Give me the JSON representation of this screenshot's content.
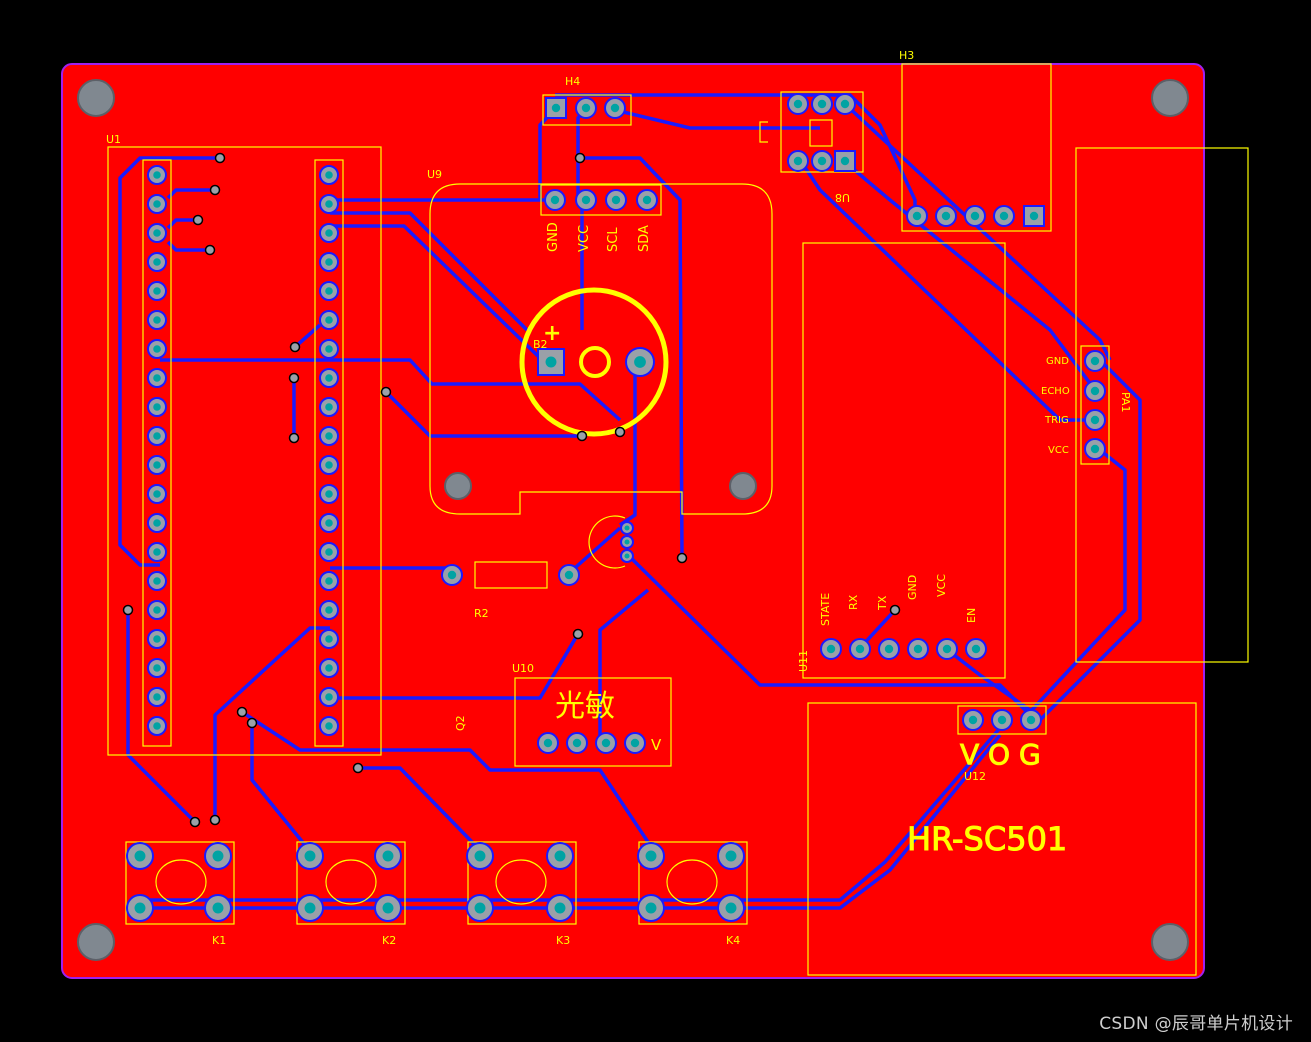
{
  "colors": {
    "background": "#000000",
    "board": "#ff0000",
    "silkscreen": "#ffff00",
    "trace": "#1a1aff",
    "pad": "#9aa0a8",
    "outline": "#a020f0"
  },
  "components": {
    "u1": "U1",
    "u9": "U9",
    "h3": "H3",
    "h4": "H4",
    "u8": "U8",
    "b2": "B2",
    "r2": "R2",
    "q2": "Q2",
    "u10": "U10",
    "u11": "U11",
    "u12": "U12",
    "pa1": "PA1",
    "k1": "K1",
    "k2": "K2",
    "k3": "K3",
    "k4": "K4"
  },
  "oled_pins": [
    "GND",
    "VCC",
    "SCL",
    "SDA"
  ],
  "bluetooth_pins": [
    "STATE",
    "RX",
    "TX",
    "GND",
    "VCC",
    "EN"
  ],
  "ultrasonic_pins": [
    "GND",
    "ECHO",
    "TRIG",
    "VCC"
  ],
  "light_sensor_label": "光敏",
  "light_sensor_v": "V",
  "u12_pins": "V O G",
  "u12_module": "HR-SC501",
  "buzzer_plus": "+",
  "watermark": "CSDN @辰哥单片机设计"
}
